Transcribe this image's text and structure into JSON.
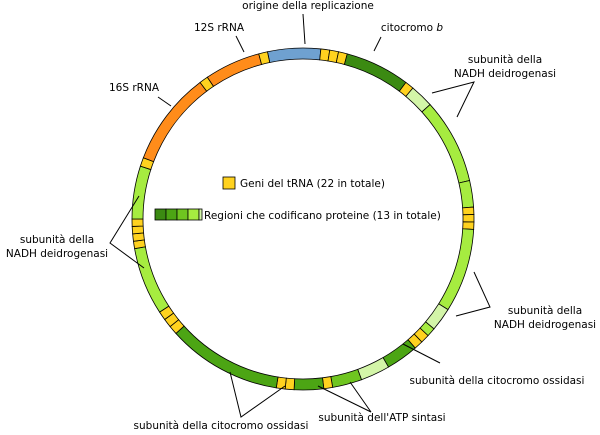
{
  "labels": {
    "origin": "origine della replicazione",
    "rrna12s": "12S rRNA",
    "rrna16s": "16S rRNA",
    "cytb_prefix": "citocromo ",
    "cytb_italic": "b",
    "nadh_top_1": "subunità della",
    "nadh_top_2": "NADH deidrogenasi",
    "nadh_left_1": "subunità della",
    "nadh_left_2": "NADH deidrogenasi",
    "nadh_right_1": "subunità della",
    "nadh_right_2": "NADH deidrogenasi",
    "cox_right": "subunità della citocromo ossidasi",
    "atp": "subunità dell'ATP sintasi",
    "cox_bottom": "subunità della citocromo ossidasi"
  },
  "legend": {
    "trna": "Geni del tRNA (22 in totale)",
    "protein": "Regioni che codificano proteine (13 in totale)"
  },
  "colors": {
    "origin": "#6FA1D0",
    "rrna": "#FF8C1A",
    "trna": "#FFD21F",
    "cytb": "#3B8A12",
    "cox": "#4CA514",
    "atp": "#6FC520",
    "nadh": "#A6EC40",
    "pale": "#D3F5A8"
  },
  "segments": [
    {
      "name": "segment-origin-region",
      "from": -12,
      "to": 6,
      "color": "origin"
    },
    {
      "name": "segment-trna",
      "from": 6,
      "to": 9,
      "color": "trna"
    },
    {
      "name": "segment-trna",
      "from": 9,
      "to": 12,
      "color": "trna"
    },
    {
      "name": "segment-trna",
      "from": 12,
      "to": 15,
      "color": "trna"
    },
    {
      "name": "segment-cytochrome-b",
      "from": 15,
      "to": 37,
      "color": "cytb"
    },
    {
      "name": "segment-trna",
      "from": 37,
      "to": 40,
      "color": "trna"
    },
    {
      "name": "segment-nadh-pale",
      "from": 40,
      "to": 48,
      "color": "pale"
    },
    {
      "name": "segment-nadh-dehydrogenase",
      "from": 48,
      "to": 77,
      "color": "nadh"
    },
    {
      "name": "segment-nadh-dehydrogenase",
      "from": 77,
      "to": 86,
      "color": "nadh"
    },
    {
      "name": "segment-trna",
      "from": 86,
      "to": 88.5,
      "color": "trna"
    },
    {
      "name": "segment-trna",
      "from": 88.5,
      "to": 91,
      "color": "trna"
    },
    {
      "name": "segment-trna",
      "from": 91,
      "to": 93.5,
      "color": "trna"
    },
    {
      "name": "segment-nadh-dehydrogenase",
      "from": 93.5,
      "to": 122,
      "color": "nadh"
    },
    {
      "name": "segment-nadh-pale",
      "from": 122,
      "to": 130,
      "color": "pale"
    },
    {
      "name": "segment-nadh-dehydrogenase",
      "from": 130,
      "to": 133,
      "color": "nadh"
    },
    {
      "name": "segment-trna",
      "from": 133,
      "to": 136,
      "color": "trna"
    },
    {
      "name": "segment-trna",
      "from": 136,
      "to": 139,
      "color": "trna"
    },
    {
      "name": "segment-cytochrome-oxidase",
      "from": 139,
      "to": 150,
      "color": "cox"
    },
    {
      "name": "segment-atp-synthase",
      "from": 150,
      "to": 160,
      "color": "pale"
    },
    {
      "name": "segment-atp-synthase",
      "from": 160,
      "to": 170,
      "color": "atp"
    },
    {
      "name": "segment-trna",
      "from": 170,
      "to": 173,
      "color": "trna"
    },
    {
      "name": "segment-cytochrome-oxidase",
      "from": 173,
      "to": 183,
      "color": "cox"
    },
    {
      "name": "segment-trna",
      "from": 183,
      "to": 186,
      "color": "trna"
    },
    {
      "name": "segment-trna",
      "from": 186,
      "to": 189,
      "color": "trna"
    },
    {
      "name": "segment-cytochrome-oxidase",
      "from": 189,
      "to": 228,
      "color": "cox"
    },
    {
      "name": "segment-trna",
      "from": 228,
      "to": 231,
      "color": "trna"
    },
    {
      "name": "segment-trna",
      "from": 231,
      "to": 234,
      "color": "trna"
    },
    {
      "name": "segment-trna",
      "from": 234,
      "to": 237,
      "color": "trna"
    },
    {
      "name": "segment-nadh-dehydrogenase",
      "from": 237,
      "to": 260,
      "color": "nadh"
    },
    {
      "name": "segment-trna",
      "from": 260,
      "to": 262.5,
      "color": "trna"
    },
    {
      "name": "segment-trna",
      "from": 262.5,
      "to": 265,
      "color": "trna"
    },
    {
      "name": "segment-trna",
      "from": 265,
      "to": 267.5,
      "color": "trna"
    },
    {
      "name": "segment-trna",
      "from": 267.5,
      "to": 270,
      "color": "trna"
    },
    {
      "name": "segment-nadh-dehydrogenase",
      "from": 270,
      "to": 288,
      "color": "nadh"
    },
    {
      "name": "segment-trna",
      "from": 288,
      "to": 291,
      "color": "trna"
    },
    {
      "name": "segment-16s-rrna",
      "from": 291,
      "to": 323,
      "color": "rrna"
    },
    {
      "name": "segment-trna",
      "from": 323,
      "to": 326,
      "color": "trna"
    },
    {
      "name": "segment-12s-rrna",
      "from": 326,
      "to": 345,
      "color": "rrna"
    },
    {
      "name": "segment-trna",
      "from": 345,
      "to": 348,
      "color": "trna"
    }
  ]
}
